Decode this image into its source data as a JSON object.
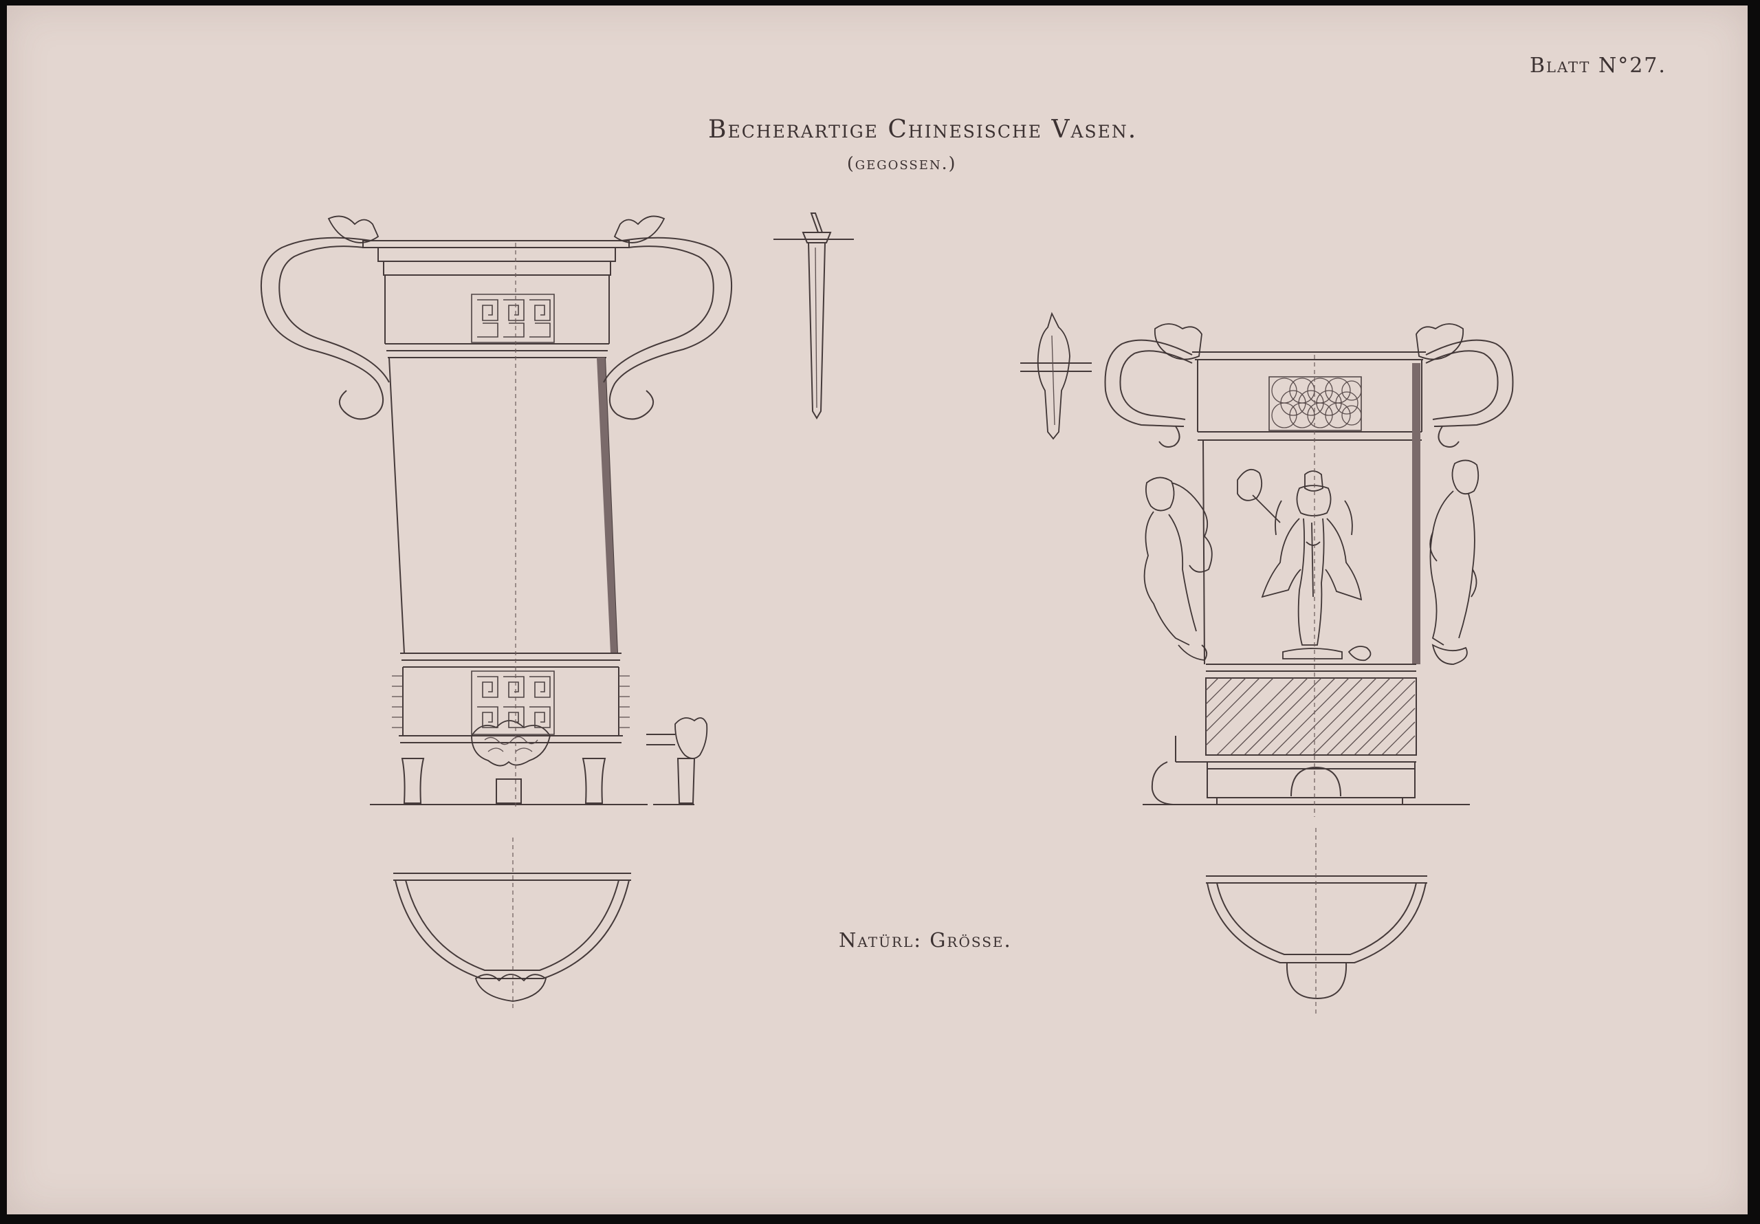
{
  "sheet_number": "Blatt N°27.",
  "title": "Becherartige Chinesische Vasen.",
  "subtitle": "(gegossen.)",
  "scale_note": "Natürl: Grösse."
}
